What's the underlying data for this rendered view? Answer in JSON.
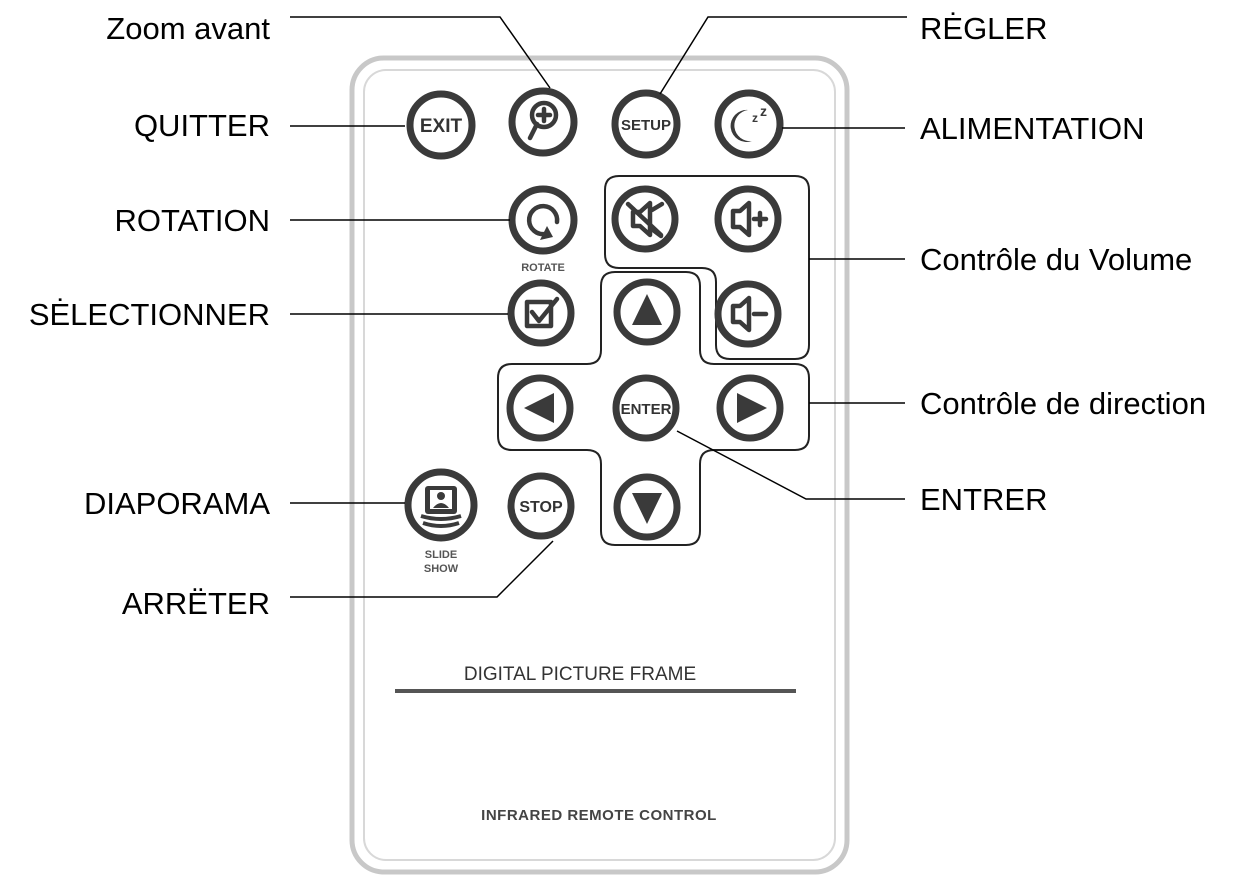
{
  "remote": {
    "buttons": {
      "exit": "EXIT",
      "setup": "SETUP",
      "enter": "ENTER",
      "stop": "STOP",
      "rotate_caption": "ROTATE",
      "slideshow_caption_line1": "SLIDE",
      "slideshow_caption_line2": "SHOW"
    },
    "product_title": "DIGITAL PICTURE FRAME",
    "footer": "INFRARED REMOTE CONTROL",
    "colors": {
      "button_ring": "#3a3a3a",
      "body_outline": "#c8c8c8",
      "title_bar": "#555555"
    }
  },
  "callouts": {
    "zoom_in": "Zoom avant",
    "setup": "RĖGLER",
    "exit": "QUITTER",
    "power": "ALIMENTATION",
    "rotation": "ROTATION",
    "volume": "Contrôle du Volume",
    "select": "SĖLECTIONNER",
    "direction": "Contrôle de direction",
    "slideshow": "DIAPORAMA",
    "enter": "ENTRER",
    "stop": "ARRËTER"
  },
  "icons": {
    "zoom": "magnifier-plus-icon",
    "power": "moon-sleep-icon",
    "rotate": "rotate-arrow-icon",
    "mute": "speaker-mute-icon",
    "volume_up": "speaker-plus-icon",
    "volume_down": "speaker-minus-icon",
    "select": "checkbox-icon",
    "up": "triangle-up-icon",
    "down": "triangle-down-icon",
    "left": "triangle-left-icon",
    "right": "triangle-right-icon",
    "slideshow": "picture-stack-icon"
  }
}
